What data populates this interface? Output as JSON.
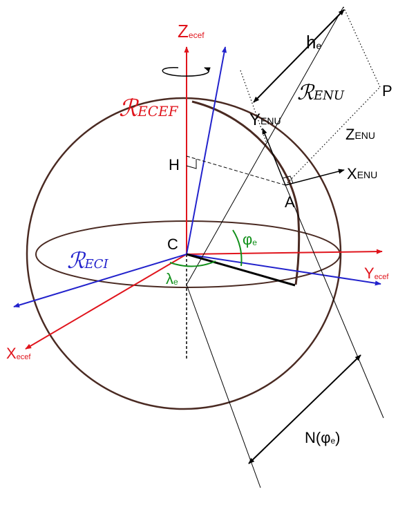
{
  "colors": {
    "ecef": "#e0141c",
    "eci": "#2222cc",
    "angle": "#11901a",
    "sphere": "#4a2a22",
    "ink": "#000000"
  },
  "labels": {
    "z_ecef": {
      "main": "Z",
      "sub": "ecef"
    },
    "y_ecef": {
      "main": "Y",
      "sub": "ecef"
    },
    "x_ecef": {
      "main": "X",
      "sub": "ecef"
    },
    "r_ecef": {
      "main": "ℛ",
      "sub": "ECEF"
    },
    "r_eci": {
      "main": "ℛ",
      "sub": "ECI"
    },
    "r_enu": {
      "main": "ℛ",
      "sub": "ENU"
    },
    "y_enu": {
      "main": "Y",
      "sub": "ENU"
    },
    "z_enu": {
      "main": "Z",
      "sub": "ENU"
    },
    "x_enu": {
      "main": "X",
      "sub": "ENU"
    },
    "h_e": {
      "main": "h",
      "sub": "e"
    },
    "phi_e": {
      "main": "φ",
      "sub": "e"
    },
    "lambda_e": {
      "main": "λ",
      "sub": "e"
    },
    "n_phi": {
      "pre": "N(",
      "main": "φ",
      "sub": "e",
      "post": ")"
    },
    "point_c": "C",
    "point_h": "H",
    "point_a": "A",
    "point_p": "P"
  }
}
